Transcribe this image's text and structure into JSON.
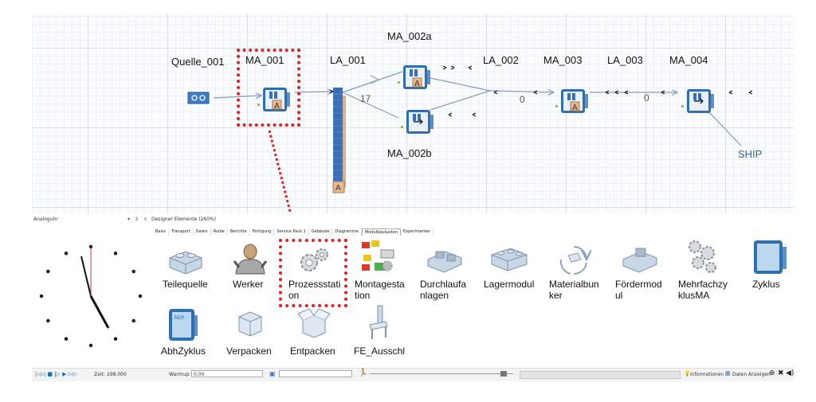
{
  "canvas": {
    "labels": {
      "quelle": "Quelle_001",
      "ma001": "MA_001",
      "la001": "LA_001",
      "ma002a": "MA_002a",
      "ma002b": "MA_002b",
      "la002": "LA_002",
      "ma003": "MA_003",
      "la003": "LA_003",
      "ma004": "MA_004",
      "ship": "SHIP"
    },
    "counts": {
      "la001": "17",
      "la002": "0",
      "la003": "0"
    },
    "station_badge": "A",
    "colors": {
      "highlight": "#dd2222",
      "connector": "#7f9bc8",
      "station": "#2f6fb0",
      "buffer": "#3a6fb8",
      "buffer_accent": "#d7b28a"
    }
  },
  "clock": {
    "title": "Analoguhr",
    "controls": "▾ ⇕ ×"
  },
  "designer": {
    "title": "Designer Elemente (260%)",
    "tabs": [
      "Basis",
      "Transport",
      "Daten",
      "Ruide",
      "Berichte",
      "Fertigung",
      "Service Pack 1",
      "Gebäude",
      "Diagramme",
      "Modulbaukasten",
      "Experimenter"
    ],
    "active_tab": "Modulbaukasten",
    "elements": [
      {
        "label": "Teilequelle",
        "icon": "lego-brick-icon"
      },
      {
        "label": "Werker",
        "icon": "worker-icon"
      },
      {
        "label": "Prozessstati on",
        "icon": "gears-icon"
      },
      {
        "label": "Montagesta tion",
        "icon": "assembly-icon"
      },
      {
        "label": "Durchlaufa nlagen",
        "icon": "flow-plant-icon"
      },
      {
        "label": "Lagermodul",
        "icon": "storage-brick-icon"
      },
      {
        "label": "Materialbun ker",
        "icon": "bunker-icon"
      },
      {
        "label": "Fördermod ul",
        "icon": "conveyor-icon"
      },
      {
        "label": "Mehrfachzy klusMA",
        "icon": "multi-gears-icon"
      },
      {
        "label": "Zyklus",
        "icon": "cycle-icon"
      },
      {
        "label": "AbhZyklus",
        "icon": "dependent-cycle-icon"
      },
      {
        "label": "Verpacken",
        "icon": "package-icon"
      },
      {
        "label": "Entpacken",
        "icon": "open-package-icon"
      },
      {
        "label": "FE_Ausschl",
        "icon": "chair-icon"
      }
    ],
    "abh_badge": "Abh"
  },
  "statusbar": {
    "playback": "|◁◁  ■  |▷  ▶  ▷▷",
    "time_label": "Zeit:",
    "time_value": "298,000",
    "warmup_label": "Warmup:",
    "warmup_value": "0,00",
    "info_label": "Informationen",
    "data_label": "Daten Anzeigen"
  }
}
